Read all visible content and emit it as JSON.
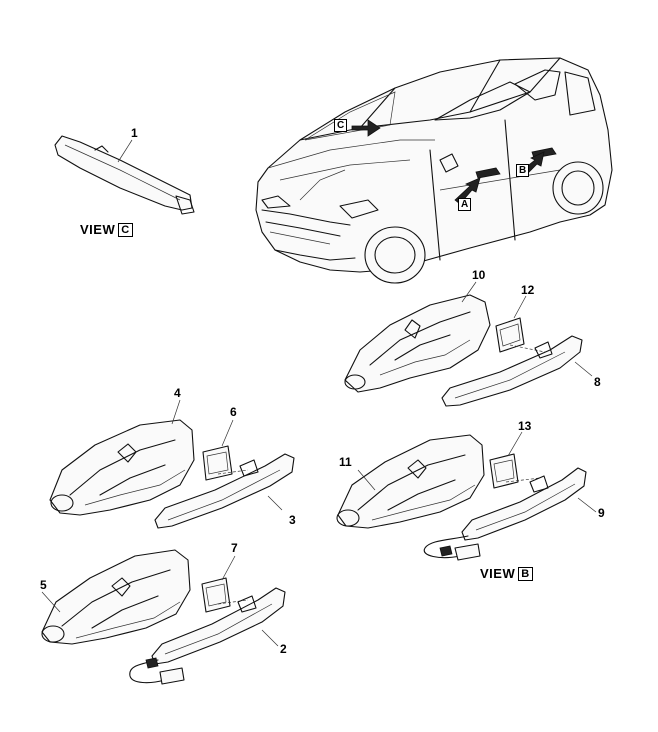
{
  "callouts": {
    "c1": "1",
    "c2": "2",
    "c3": "3",
    "c4": "4",
    "c5": "5",
    "c6": "6",
    "c7": "7",
    "c8": "8",
    "c9": "9",
    "c10": "10",
    "c11": "11",
    "c12": "12",
    "c13": "13"
  },
  "views": {
    "view_c_prefix": "VIEW",
    "view_c_letter": "C",
    "view_b_prefix": "VIEW",
    "view_b_letter": "B"
  },
  "arrow_flags": {
    "a": "A",
    "b": "B",
    "c": "C"
  }
}
